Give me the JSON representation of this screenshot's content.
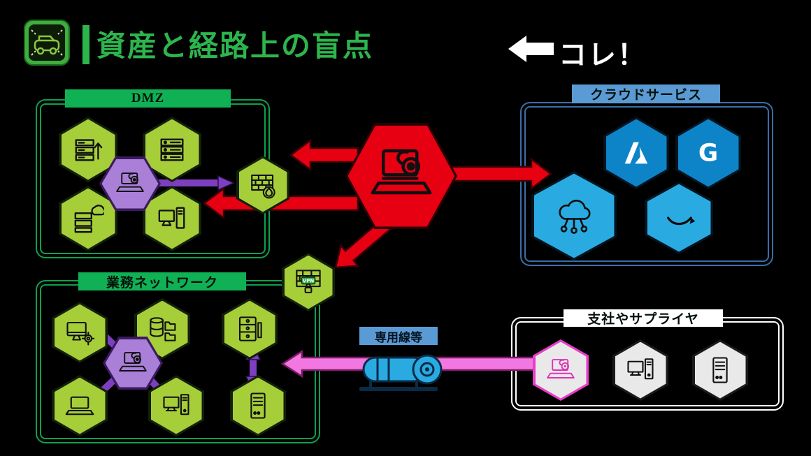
{
  "header": {
    "title": "資産と経路上の盲点",
    "title_color": "#2db54d",
    "callout_text": "コレ！",
    "logo_icon": "scanned-vehicle-icon",
    "callout_arrow_icon": "left-arrow-icon"
  },
  "zones": {
    "dmz": {
      "label": "DMZ",
      "label_bg": "#10b155",
      "border_color": "#0da14f",
      "hex_fill": "#a6ce39",
      "node_icons": [
        "server-upload-icon",
        "server-rack-icon",
        "server-cloud-icon",
        "workstation-icon"
      ],
      "center_icon": "attacker-laptop-icon",
      "center_fill": "#a97fd8"
    },
    "cloud": {
      "label": "クラウドサービス",
      "label_bg": "#5b9bd5",
      "border_color": "#3a6ea8",
      "hex_fill_dark": "#0e84c8",
      "hex_fill_light": "#29abe2",
      "node_icons": [
        "azure-icon",
        "google-icon",
        "cloud-network-icon",
        "amazon-icon"
      ],
      "google_letter": "G"
    },
    "office": {
      "label": "業務ネットワーク",
      "label_bg": "#10b155",
      "border_color": "#0da14f",
      "hex_fill": "#a6ce39",
      "node_icons": [
        "imac-gear-icon",
        "database-folders-icon",
        "file-server-icon",
        "laptop-icon",
        "desktop-pc-icon",
        "server-tower-icon"
      ],
      "center_icon": "attacker-laptop-icon",
      "center_fill": "#a97fd8"
    },
    "branch": {
      "label": "支社やサプライヤ",
      "label_bg": "#ffffff",
      "border_color": "#ffffff",
      "hex_fill": "#e9e9e9",
      "node_icons": [
        "laptop-compromised-icon",
        "desktop-pc-icon",
        "server-tower-icon"
      ],
      "compromised_outline": "#e93cc8"
    }
  },
  "center_node": {
    "icon": "attacker-laptop-icon",
    "fill": "#e60012"
  },
  "firewall_node": {
    "icon": "firewall-flame-icon",
    "fill": "#a6ce39"
  },
  "vpn_node": {
    "icon": "vpn-firewall-icon",
    "label": "VPN",
    "fill": "#a6ce39",
    "badge_bg": "#2fae4e"
  },
  "link": {
    "label": "専用線等",
    "label_bg": "#5b9bd5",
    "icon": "leased-line-drum-icon",
    "arrow_color": "#f277e0"
  },
  "arrows": {
    "attack_color": "#e60012",
    "lateral_color": "#7d3fc0",
    "callout_color": "#ffffff"
  }
}
